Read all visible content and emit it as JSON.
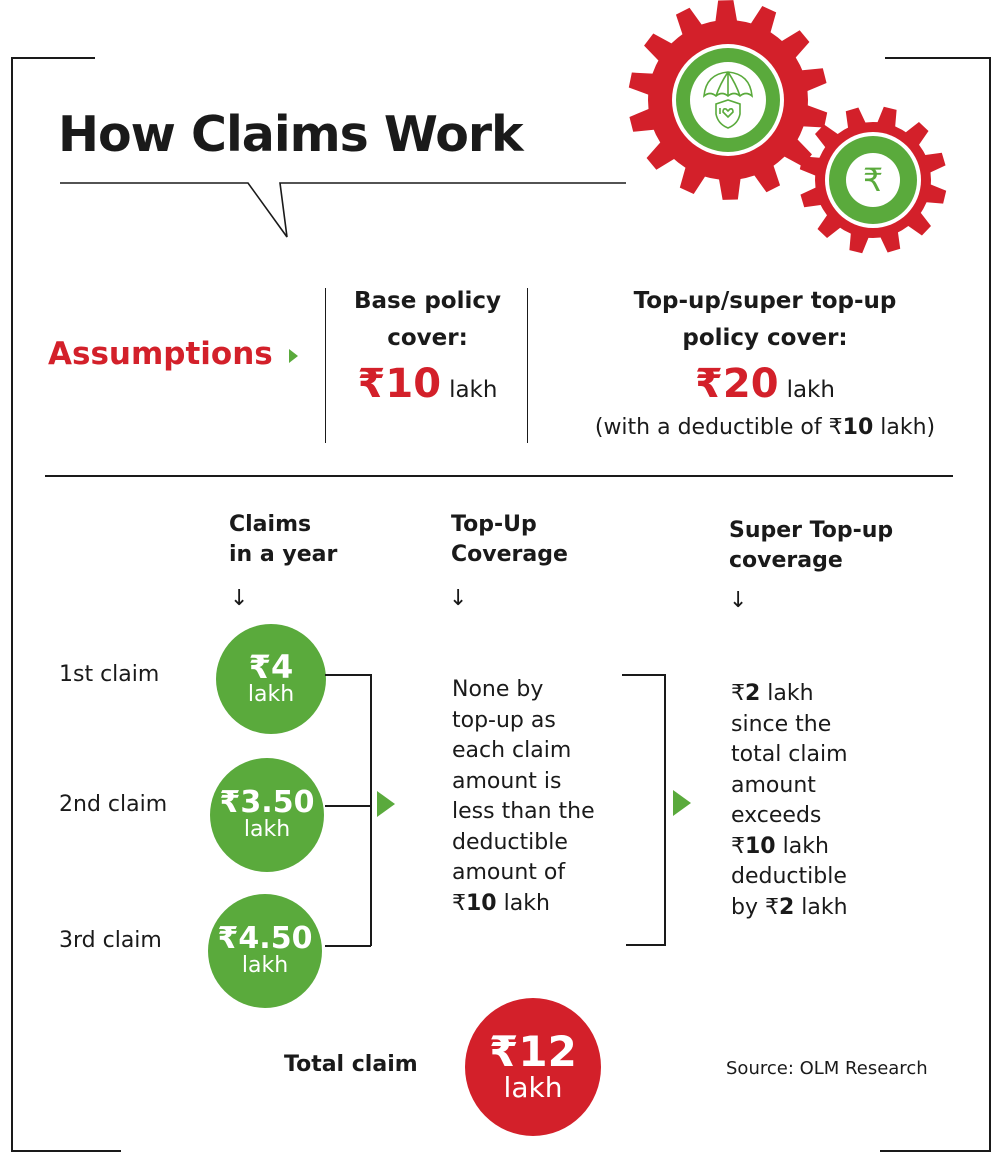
{
  "title": "How Claims Work",
  "icons": {
    "large_gear": "gear-umbrella-shield-icon",
    "small_gear": "gear-rupee-icon"
  },
  "colors": {
    "red": "#d3202a",
    "green": "#5aaa3c",
    "text": "#1a1a1a"
  },
  "assumptions": {
    "label": "Assumptions",
    "base_policy": {
      "heading_line1": "Base policy",
      "heading_line2": "cover:",
      "amount": "₹10",
      "unit": "lakh"
    },
    "topup_policy": {
      "heading_line1": "Top-up/super top-up",
      "heading_line2": "policy cover:",
      "amount": "₹20",
      "unit": "lakh",
      "note_prefix": "(with a deductible of ₹",
      "note_bold": "10",
      "note_suffix": " lakh)"
    }
  },
  "columns": {
    "claims": {
      "line1": "Claims",
      "line2": "in a year",
      "arrow": "↓"
    },
    "topup": {
      "line1": "Top-Up",
      "line2": "Coverage",
      "arrow": "↓"
    },
    "super_topup": {
      "line1": "Super Top-up",
      "line2": "coverage",
      "arrow": "↓"
    }
  },
  "claims": [
    {
      "label": "1st claim",
      "amount": "₹4",
      "unit": "lakh"
    },
    {
      "label": "2nd claim",
      "amount": "₹3.50",
      "unit": "lakh"
    },
    {
      "label": "3rd claim",
      "amount": "₹4.50",
      "unit": "lakh"
    }
  ],
  "topup_text": {
    "lines": [
      "None by",
      "top-up as",
      "each claim",
      "amount is",
      "less than the",
      "deductible",
      "amount of"
    ],
    "last_prefix": "₹",
    "last_bold": "10",
    "last_suffix": " lakh"
  },
  "super_topup_text": {
    "l1_prefix": "₹",
    "l1_bold": "2",
    "l1_suffix": " lakh",
    "lines": [
      "since the",
      "total claim",
      "amount",
      "exceeds"
    ],
    "l6_prefix": "₹",
    "l6_bold": "10",
    "l6_suffix": " lakh",
    "l7": "deductible",
    "l8_prefix": "by ₹",
    "l8_bold": "2",
    "l8_suffix": " lakh"
  },
  "total": {
    "label": "Total claim",
    "amount": "₹12",
    "unit": "lakh"
  },
  "source": "Source: OLM Research"
}
